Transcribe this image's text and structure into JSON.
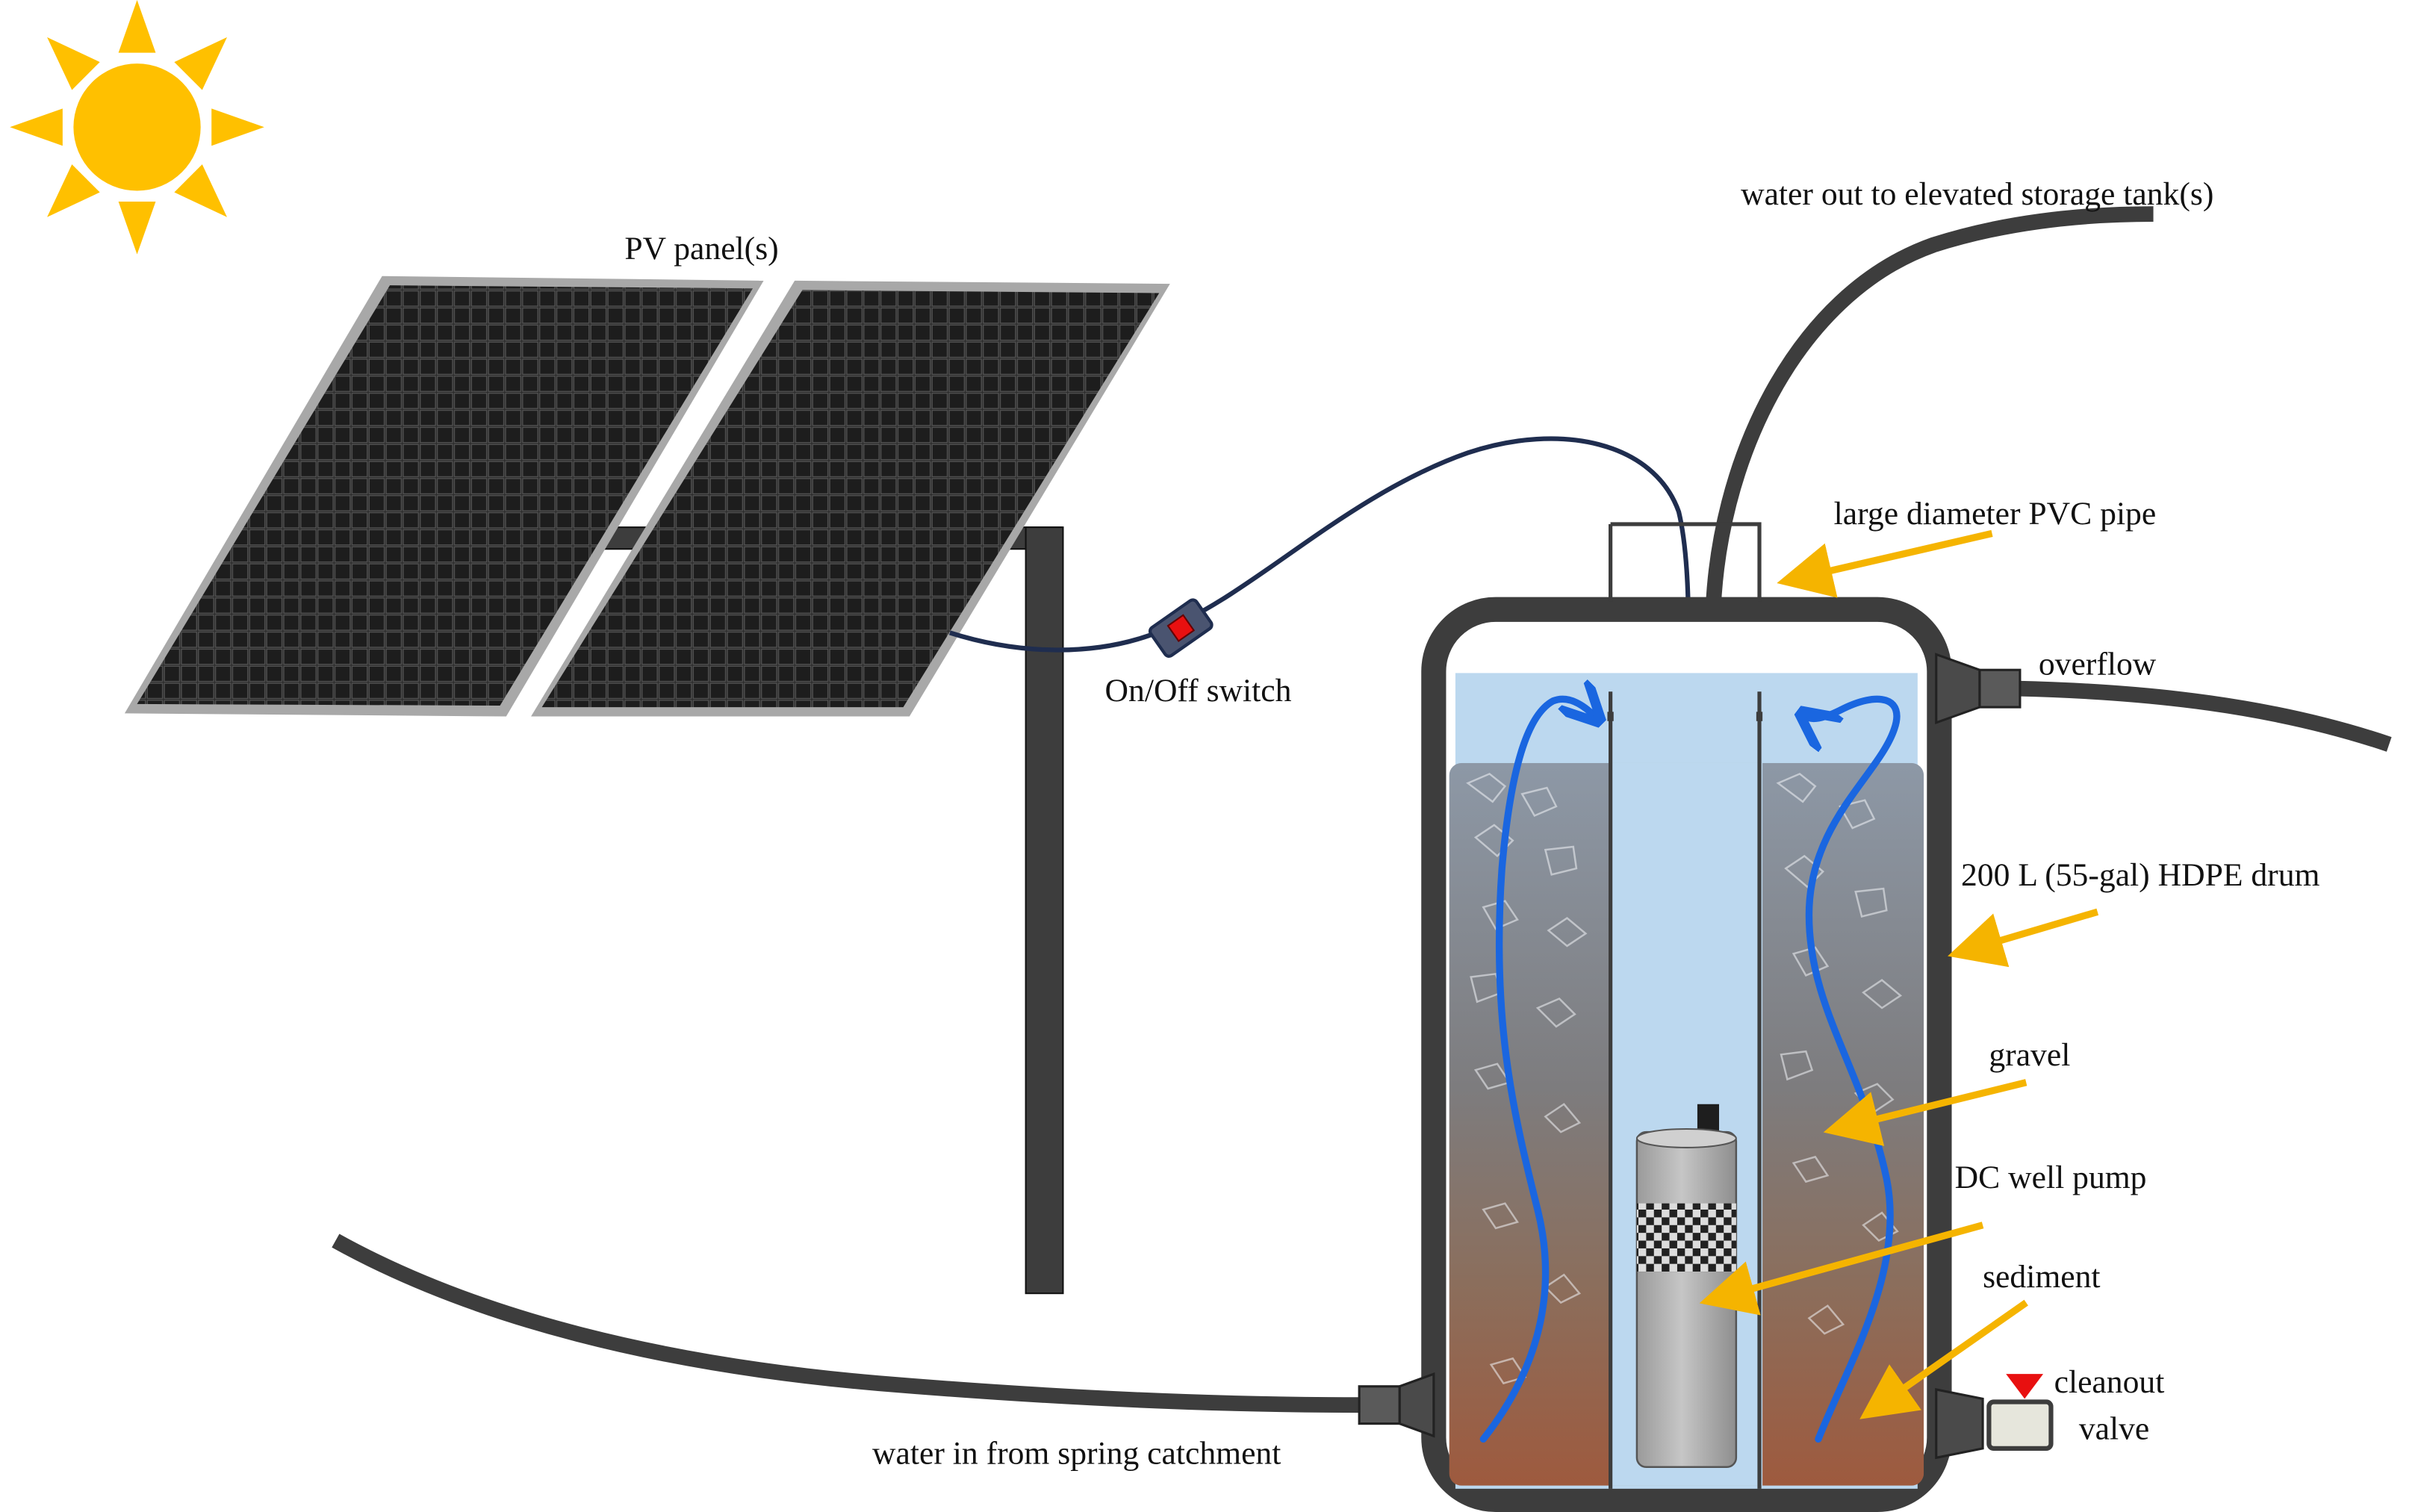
{
  "labels": {
    "pv_panels": "PV panel(s)",
    "switch": "On/Off switch",
    "water_out": "water out to elevated storage tank(s)",
    "pvc_pipe": "large diameter PVC pipe",
    "overflow": "overflow",
    "drum": "200 L (55-gal) HDPE drum",
    "gravel": "gravel",
    "pump": "DC well pump",
    "sediment": "sediment",
    "cleanout_line1": "cleanout",
    "cleanout_line2": "valve",
    "water_in": "water in from spring catchment"
  },
  "colors": {
    "sun": "#ffc000",
    "panel_cell": "#262626",
    "panel_frame": "#a8a8a8",
    "hose": "#3d3d3d",
    "cable": "#1f2d4f",
    "water": "#bcd8ef",
    "flow_arrow": "#1a66e0",
    "leader_arrow": "#f5b400",
    "switch_body": "#4a5470",
    "switch_button": "#e81010",
    "pump": "#b4b4b4",
    "valve_handle": "#e81010"
  },
  "icons": {
    "sun": "sun-icon",
    "switch": "toggle-switch-icon",
    "valve": "valve-icon"
  }
}
